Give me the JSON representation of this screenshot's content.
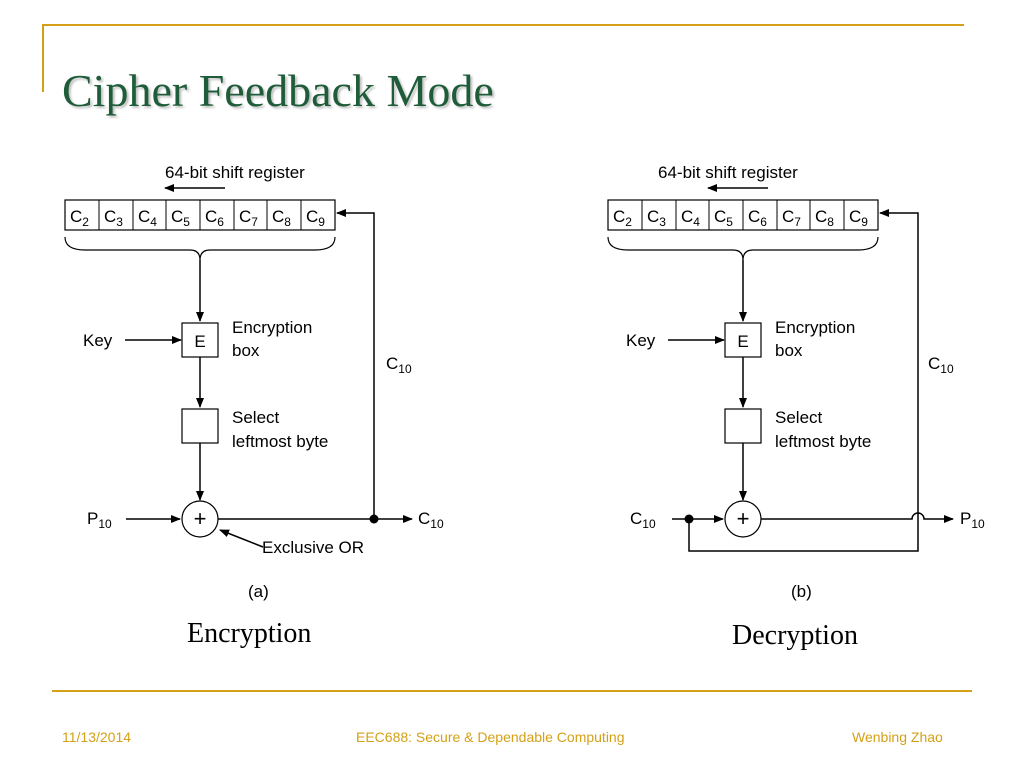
{
  "slide": {
    "title": "Cipher Feedback Mode",
    "accent_color": "#d4a017",
    "title_color": "#1f5c3a"
  },
  "diagram_a": {
    "register_label": "64-bit shift register",
    "cells": [
      {
        "base": "C",
        "sub": "2"
      },
      {
        "base": "C",
        "sub": "3"
      },
      {
        "base": "C",
        "sub": "4"
      },
      {
        "base": "C",
        "sub": "5"
      },
      {
        "base": "C",
        "sub": "6"
      },
      {
        "base": "C",
        "sub": "7"
      },
      {
        "base": "C",
        "sub": "8"
      },
      {
        "base": "C",
        "sub": "9"
      }
    ],
    "key_label": "Key",
    "e_label": "E",
    "encryption_line1": "Encryption",
    "encryption_line2": "box",
    "select_line1": "Select",
    "select_line2": "leftmost byte",
    "xor_symbol": "+",
    "input": {
      "base": "P",
      "sub": "10"
    },
    "output": {
      "base": "C",
      "sub": "10"
    },
    "feedback": {
      "base": "C",
      "sub": "10"
    },
    "xor_label": "Exclusive OR",
    "part_label": "(a)",
    "caption": "Encryption"
  },
  "diagram_b": {
    "register_label": "64-bit shift register",
    "cells": [
      {
        "base": "C",
        "sub": "2"
      },
      {
        "base": "C",
        "sub": "3"
      },
      {
        "base": "C",
        "sub": "4"
      },
      {
        "base": "C",
        "sub": "5"
      },
      {
        "base": "C",
        "sub": "6"
      },
      {
        "base": "C",
        "sub": "7"
      },
      {
        "base": "C",
        "sub": "8"
      },
      {
        "base": "C",
        "sub": "9"
      }
    ],
    "key_label": "Key",
    "e_label": "E",
    "encryption_line1": "Encryption",
    "encryption_line2": "box",
    "select_line1": "Select",
    "select_line2": "leftmost byte",
    "xor_symbol": "+",
    "input": {
      "base": "C",
      "sub": "10"
    },
    "output": {
      "base": "P",
      "sub": "10"
    },
    "feedback": {
      "base": "C",
      "sub": "10"
    },
    "part_label": "(b)",
    "caption": "Decryption"
  },
  "footer": {
    "date": "11/13/2014",
    "course": "EEC688: Secure & Dependable Computing",
    "author": "Wenbing Zhao"
  }
}
